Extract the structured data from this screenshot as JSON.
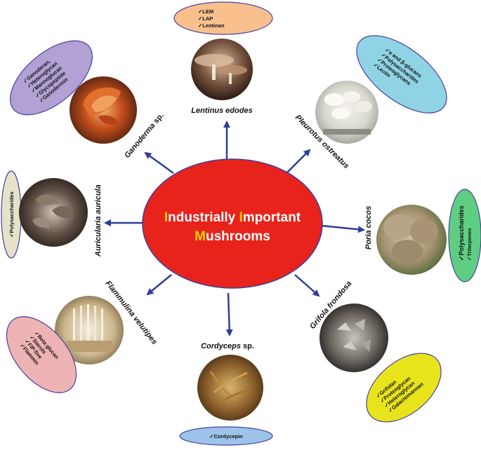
{
  "center": {
    "line1": [
      {
        "text": "I",
        "accent": true
      },
      {
        "text": "ndustrially ",
        "accent": false
      },
      {
        "text": "I",
        "accent": true
      },
      {
        "text": "mportant",
        "accent": false
      }
    ],
    "line2": [
      {
        "text": "M",
        "accent": true
      },
      {
        "text": "ushrooms",
        "accent": false
      }
    ]
  },
  "colors": {
    "center_fill": "#e8231c",
    "center_text": "#ffffff",
    "accent": "#f5d000",
    "arrow": "#2e3d9b",
    "oval_orange": "#f9c08e",
    "oval_cyan": "#8fd3e4",
    "oval_green": "#5fce83",
    "oval_yellow": "#e8e41c",
    "oval_light_blue": "#9ec3ea",
    "oval_pink": "#eeb3b4",
    "oval_beige": "#e5e2c9",
    "oval_lavender": "#b1a1d4"
  },
  "mushrooms": [
    {
      "id": "lentinus",
      "label": "Lentinus edodes",
      "compounds": [
        "✓LEM",
        "✓LAP",
        "✓Lentinan"
      ]
    },
    {
      "id": "pleurotus",
      "label": "Pleurotus ostreatus",
      "compounds": [
        "✓α and β-glucans",
        "✓Polysaccharides",
        "✓Proteoglycans",
        "✓Lectin"
      ]
    },
    {
      "id": "poria",
      "label": "Poria cocos",
      "compounds": [
        "✓Polysaccharides",
        "✓Triterpenes"
      ]
    },
    {
      "id": "grifola",
      "label": "Grifola frondosa",
      "compounds": [
        "✓Grifolan",
        "✓Proteoglycan",
        "✓Heteroglycan",
        "✓Galactomannan"
      ]
    },
    {
      "id": "cordyceps",
      "label": "Cordyceps",
      "label_suffix": " sp.",
      "compounds": [
        "✓Cordycepin"
      ]
    },
    {
      "id": "flammulina",
      "label": "Flammulina velutipes",
      "compounds": [
        "✓Beta glucan",
        "✓Sterols",
        "✓FIP-five",
        "✓Flammin"
      ]
    },
    {
      "id": "auricularia",
      "label": "Auricularia auricula",
      "compounds": [
        "✓Polysaccharides"
      ]
    },
    {
      "id": "ganoderma",
      "label": "Ganoderma",
      "label_suffix": " sp.",
      "compounds": [
        "✓Ganoderan,",
        "✓Heteroglycan",
        "✓Mannoglucan",
        "✓Glycopeptide",
        "✓Ganodermin"
      ]
    }
  ]
}
